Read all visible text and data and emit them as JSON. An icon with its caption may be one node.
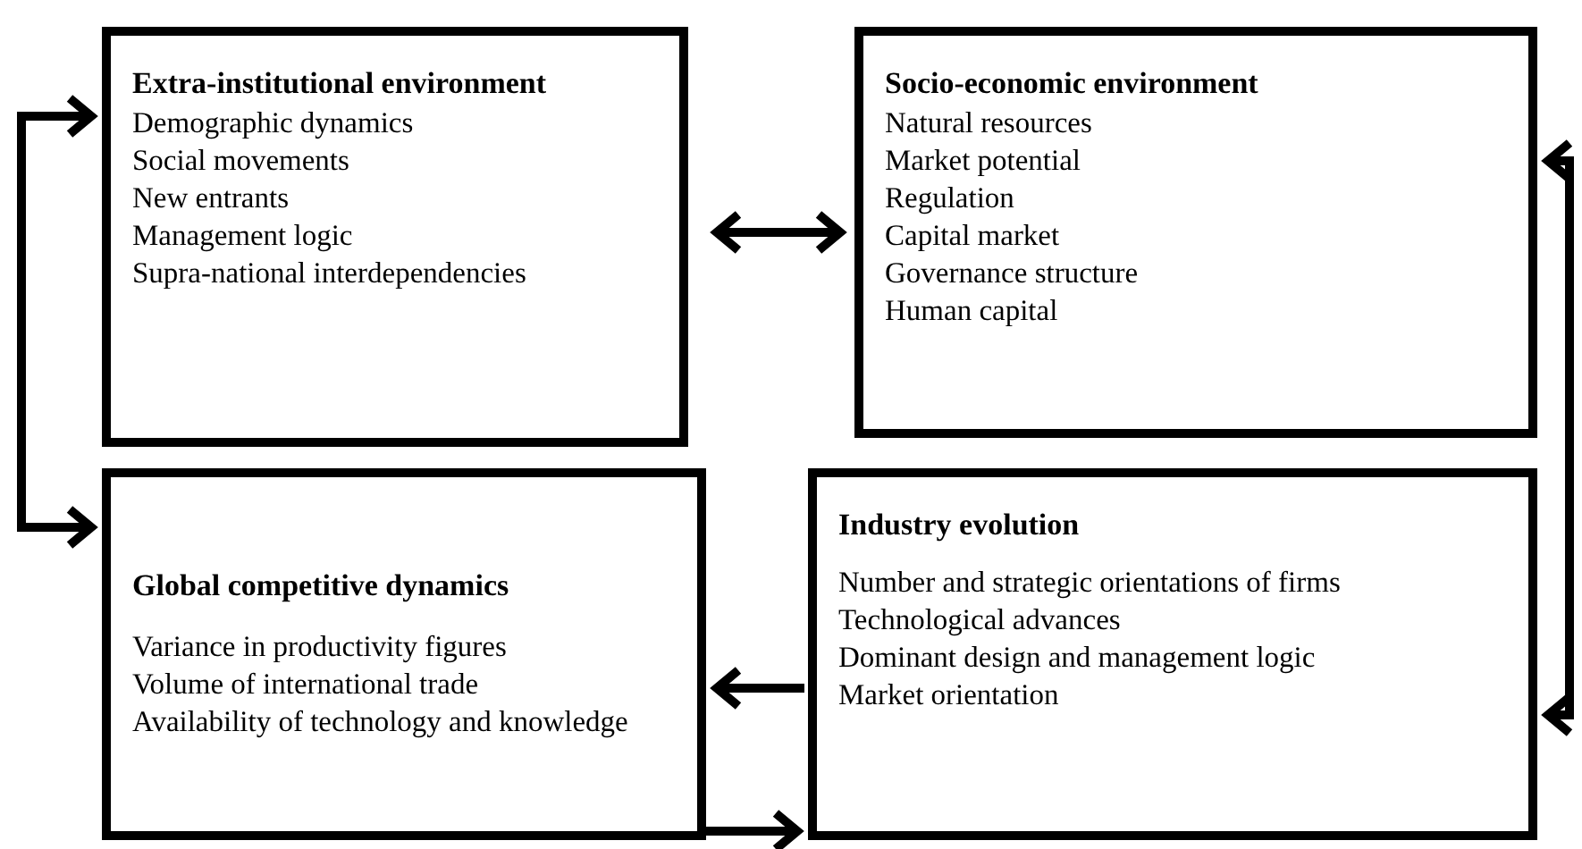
{
  "diagram": {
    "nodes": [
      {
        "text": [
          "Extra-institutional environment",
          "Demographic dynamics",
          "Social movements",
          "New entrants",
          "Management logic",
          "Supra-national interdependencies"
        ]
      },
      {
        "text": [
          "Socio-economic environment",
          "Natural resources",
          "Market potential",
          "Regulation",
          "Capital market",
          "Governance structure",
          "Human capital"
        ]
      },
      {
        "text": [
          "Global competitive dynamics",
          "Variance in productivity figures",
          "Volume of international trade",
          "Availability of technology and knowledge"
        ]
      },
      {
        "text": [
          "Industry evolution",
          "Number and strategic orientations of firms",
          "Technological advances",
          "Dominant design and management logic",
          "Market orientation"
        ]
      }
    ],
    "edges": [
      {
        "from": 0,
        "to": 1,
        "arrow": "both"
      },
      {
        "from": 0,
        "to": 2,
        "arrow": "both"
      },
      {
        "from": 1,
        "to": 3,
        "arrow": "both"
      },
      {
        "from": 3,
        "to": 2,
        "arrow": "to"
      },
      {
        "from": 2,
        "to": 3,
        "arrow": "to"
      }
    ]
  }
}
